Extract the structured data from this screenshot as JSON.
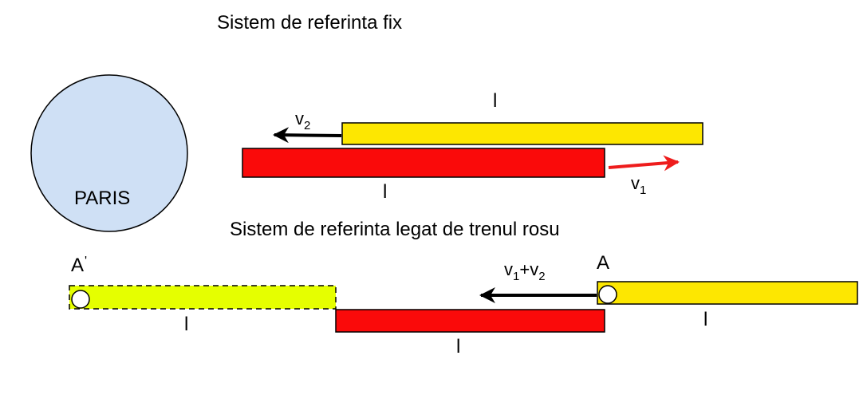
{
  "titles": {
    "fixed_frame": "Sistem de referinta fix",
    "red_train_frame": "Sistem de referinta legat de trenul rosu"
  },
  "city": {
    "label": "PARIS",
    "fill_color": "#cfe0f5"
  },
  "colors": {
    "yellow_train": "#fde701",
    "red_train": "#fa0a0a",
    "ghost_train": "#e5ff00",
    "outline": "#000000",
    "red_arrow": "#ee1c1c",
    "black_arrow": "#000000"
  },
  "fixed_frame": {
    "yellow_train_length": "l",
    "red_train_length": "l",
    "yellow_velocity": {
      "symbol": "v",
      "subscript": "2"
    },
    "red_velocity": {
      "symbol": "v",
      "subscript": "1"
    }
  },
  "moving_frame": {
    "ghost_point": {
      "letter": "A",
      "mark": "'"
    },
    "point": "A",
    "ghost_length": "l",
    "red_length": "l",
    "yellow_length": "l",
    "relative_velocity": {
      "v": "v",
      "sub1": "1",
      "plus": "+",
      "sub2": "2"
    }
  }
}
